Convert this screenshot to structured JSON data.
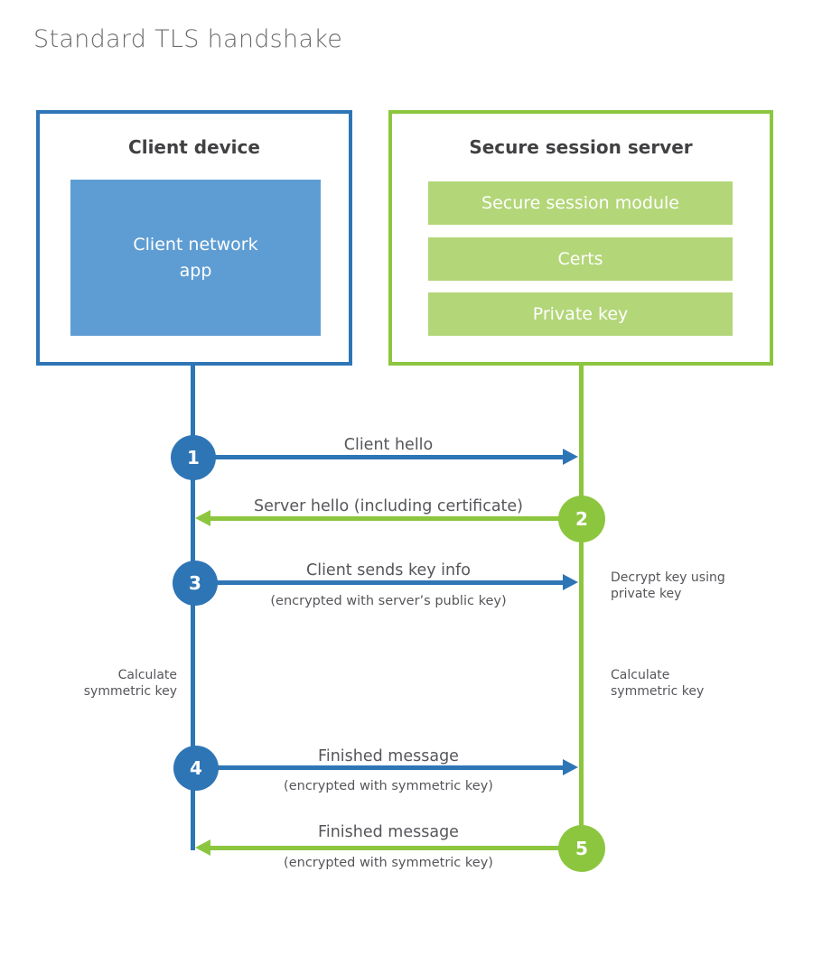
{
  "title": "Standard TLS handshake",
  "colors": {
    "blue": "#2e75b6",
    "blue_fill": "#5e9dd3",
    "green": "#8cc63f",
    "green_fill": "#b3d678",
    "heading_text": "#414042",
    "label_text": "#55565a",
    "title_text": "#6a6b6e"
  },
  "client_box": {
    "title": "Client device",
    "app_label": "Client network\napp"
  },
  "server_box": {
    "title": "Secure session server",
    "modules": {
      "0": "Secure session module",
      "1": "Certs",
      "2": "Private key"
    }
  },
  "steps": {
    "0": {
      "num": "1",
      "actor": "client",
      "direction": "right",
      "label": "Client hello",
      "sublabel": ""
    },
    "1": {
      "num": "2",
      "actor": "server",
      "direction": "left",
      "label": "Server hello (including certificate)",
      "sublabel": ""
    },
    "2": {
      "num": "3",
      "actor": "client",
      "direction": "right",
      "label": "Client sends key info",
      "sublabel": "(encrypted with server’s public key)"
    },
    "3": {
      "num": "4",
      "actor": "client",
      "direction": "right",
      "label": "Finished message",
      "sublabel": "(encrypted with symmetric key)"
    },
    "4": {
      "num": "5",
      "actor": "server",
      "direction": "left",
      "label": "Finished message",
      "sublabel": "(encrypted with symmetric key)"
    }
  },
  "notes": {
    "decrypt": "Decrypt key using\nprivate key",
    "calc_left": "Calculate\nsymmetric key",
    "calc_right": "Calculate\nsymmetric key"
  }
}
